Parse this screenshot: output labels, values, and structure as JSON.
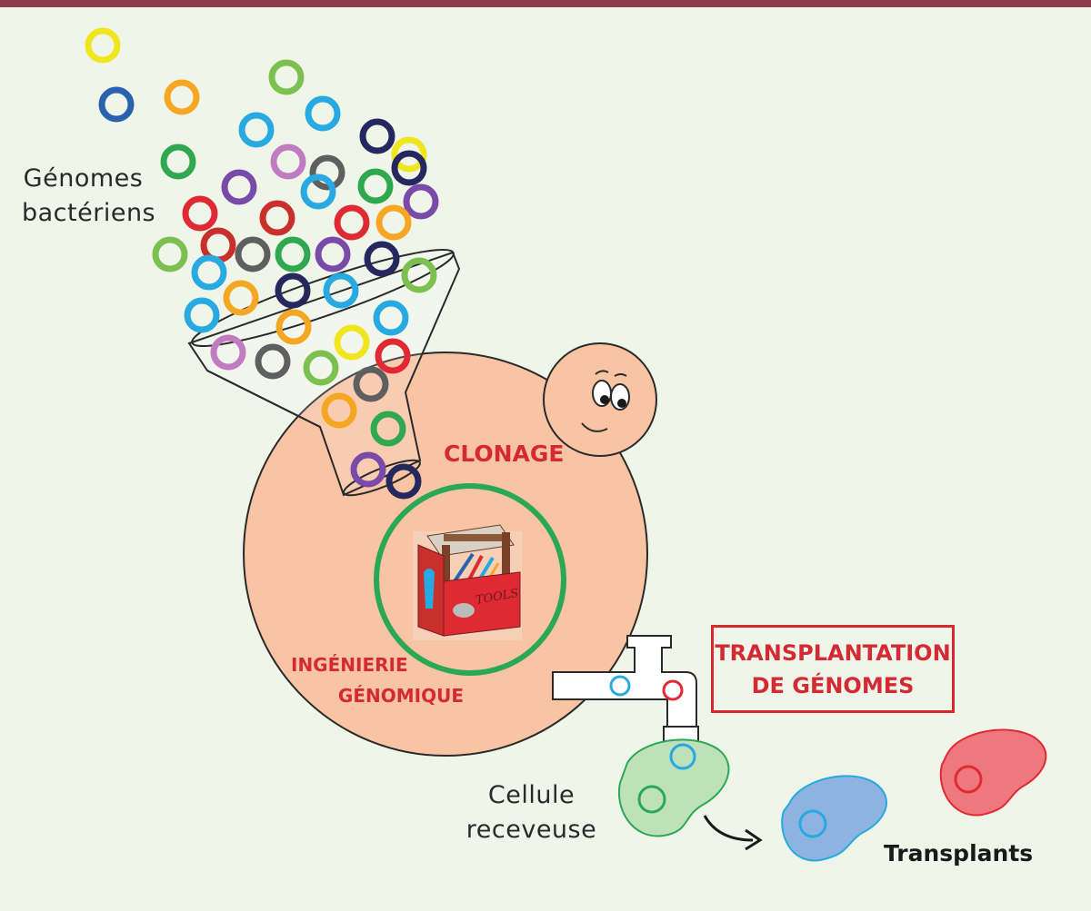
{
  "labels": {
    "genomes_line1": "Génomes",
    "genomes_line2": "bactériens",
    "clonage": "CLONAGE",
    "ingenierie_line1": "INGÉNIERIE",
    "ingenierie_line2": "GÉNOMIQUE",
    "transplantation_line1": "TRANSPLANTATION",
    "transplantation_line2": "DE GÉNOMES",
    "cellule_line1": "Cellule",
    "cellule_line2": "receveuse",
    "transplants": "Transplants",
    "toolbox_text": "TOOLS"
  },
  "colors": {
    "top_bar": "#8e3c4c",
    "background": "#f0f5ea",
    "yeast_cell": "#f8c4a4",
    "nucleus_ring": "#2aa857",
    "red_text": "#d42a34",
    "recipient_cell": "#bfe1b9",
    "transplant_blue": "#8fb3e0",
    "transplant_red": "#ef787e",
    "genome_palette": {
      "yellow": "#f0e61e",
      "blue": "#2a62b0",
      "orange": "#f5a623",
      "green": "#7cc04f",
      "dark_green": "#30a84f",
      "cyan": "#27a9e1",
      "violet": "#7a4aa8",
      "pink": "#c07bc1",
      "red": "#e02a33",
      "dark_red": "#c9302c",
      "navy": "#25285e",
      "gray": "#5f5f5f"
    }
  },
  "icons": {
    "funnel": "funnel-icon",
    "toolbox": "toolbox-icon",
    "faucet": "faucet-icon",
    "face": "smiley-face-icon",
    "arrow": "curved-arrow-icon"
  }
}
